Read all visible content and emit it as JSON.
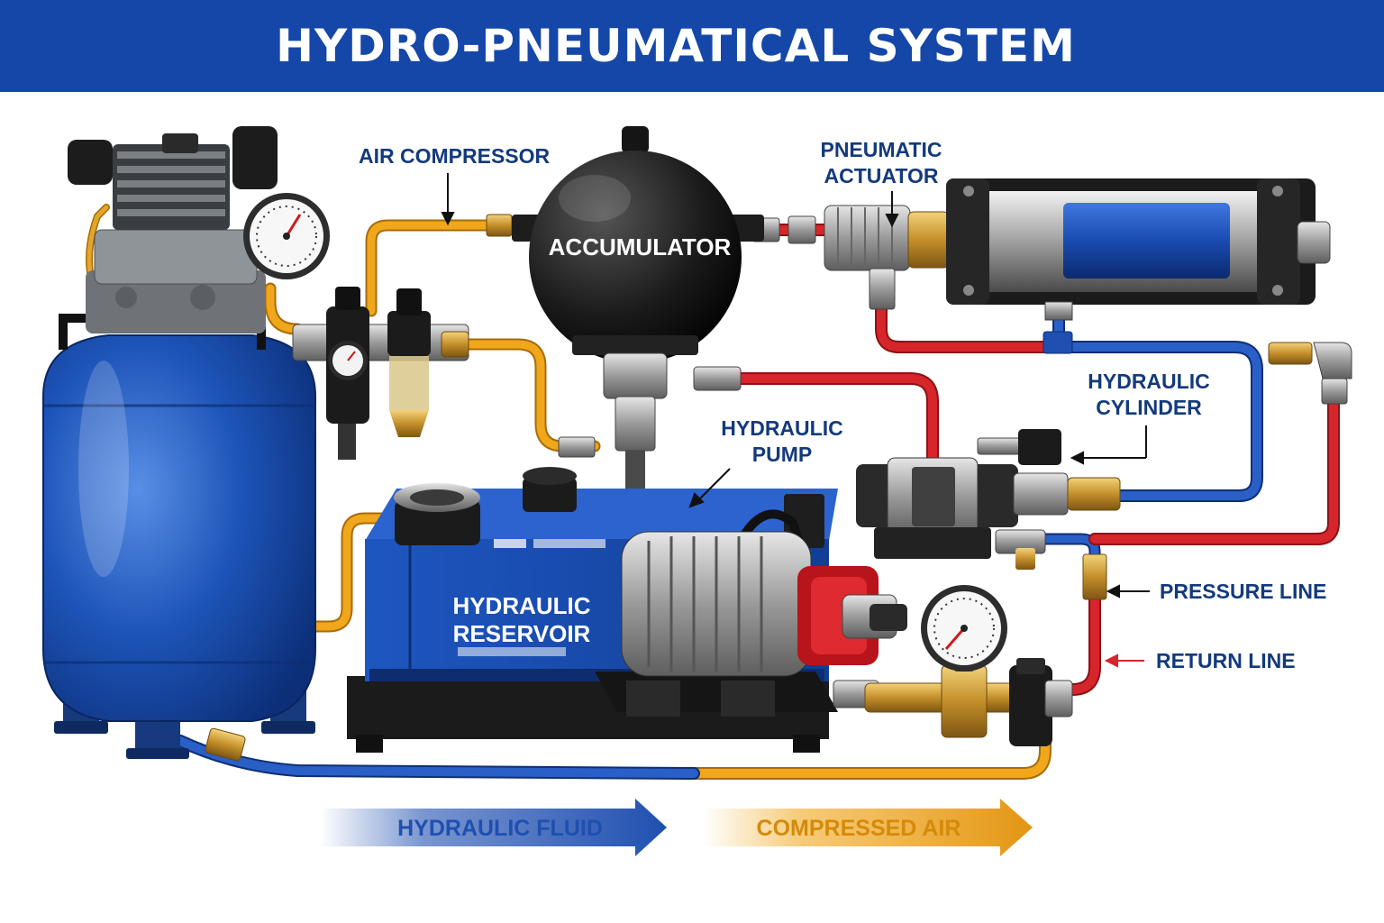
{
  "title": "HYDRO-PNEUMATICAL SYSTEM",
  "labels": {
    "air_compressor": "AIR COMPRESSOR",
    "accumulator": "ACCUMULATOR",
    "pneumatic_actuator_1": "PNEUMATIC",
    "pneumatic_actuator_2": "ACTUATOR",
    "hydraulic_cylinder_1": "HYDRAULIC",
    "hydraulic_cylinder_2": "CYLINDER",
    "hydraulic_pump_1": "HYDRAULIC",
    "hydraulic_pump_2": "PUMP",
    "hydraulic_reservoir_1": "HYDRAULIC",
    "hydraulic_reservoir_2": "RESERVOIR",
    "pressure_line": "PRESSURE LINE",
    "return_line": "RETURN LINE"
  },
  "legend": {
    "hydraulic_fluid": "HYDRAULIC FLUID",
    "compressed_air": "COMPRESSED AIR"
  },
  "colors": {
    "banner": "#1447a8",
    "label": "#133a7c",
    "air_line": "#f0a71c",
    "hydraulic_line": "#1f4fb0",
    "pressure_line": "#d6252b",
    "tank": "#1d54b8"
  }
}
